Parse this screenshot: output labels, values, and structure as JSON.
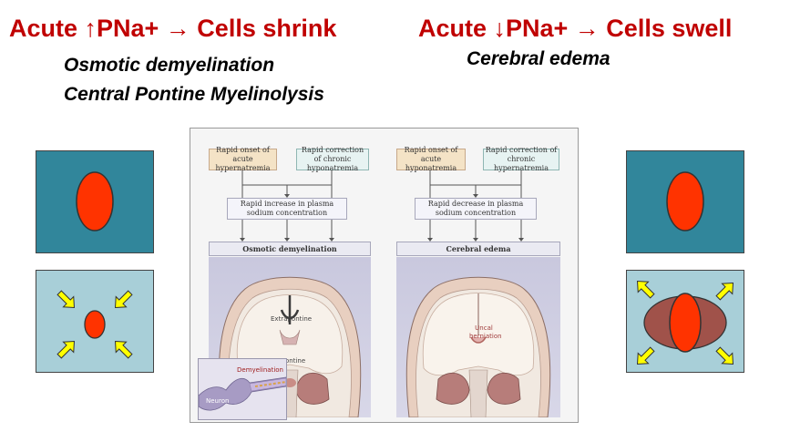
{
  "left": {
    "title": "Acute ↑PNa+ → Cells shrink",
    "subs": [
      "Osmotic demyelination",
      "Central Pontine Myelinolysis"
    ]
  },
  "right": {
    "title": "Acute ↓PNa+ → Cells swell",
    "subs": [
      "Cerebral edema"
    ]
  },
  "figure": {
    "left": {
      "cause_a": "Rapid onset of acute hypernatremia",
      "cause_b": "Rapid correction of chronic hyponatremia",
      "change": "Rapid increase in plasma sodium concentration",
      "outcome": "Osmotic demyelination",
      "labels": {
        "extrapontine": "Extrapontine",
        "pontine": "Pontine",
        "neuron": "Neuron",
        "demyelination": "Demyelination"
      }
    },
    "right": {
      "cause_a": "Rapid onset of acute hyponatremia",
      "cause_b": "Rapid correction of chronic hypernatremia",
      "change": "Rapid decrease in plasma sodium concentration",
      "outcome": "Cerebral edema",
      "labels": {
        "uncal": "Uncal herniation"
      }
    }
  },
  "colors": {
    "title_red": "#c00000",
    "cell_teal": "#31869b",
    "cell_light": "#a8cfd8",
    "cell_red": "#ff3300",
    "swell_brown": "#a0524a",
    "arrow_yellow": "#ffff00"
  },
  "icons": [
    "arrow-up-icon",
    "arrow-right-icon",
    "arrow-down-icon"
  ]
}
